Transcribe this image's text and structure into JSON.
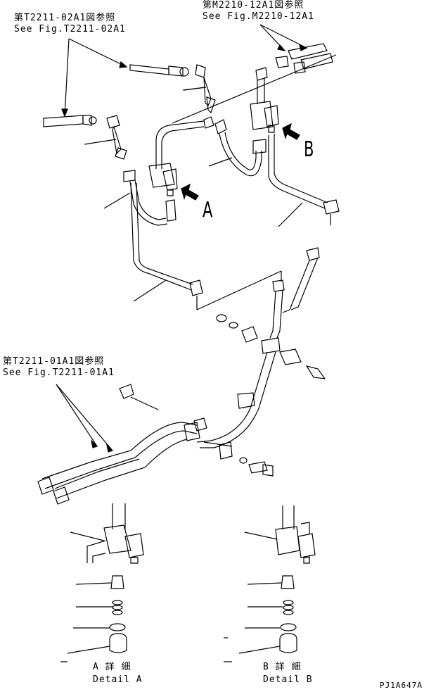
{
  "references": {
    "top_right_jp": "第M2210-12A1図参照",
    "top_right_en": "See Fig.M2210-12A1",
    "top_left_jp": "第T2211-02A1図参照",
    "top_left_en": "See Fig.T2211-02A1",
    "mid_left_jp": "第T2211-01A1図参照",
    "mid_left_en": "See Fig.T2211-01A1"
  },
  "view_markers": {
    "a": "A",
    "b": "B"
  },
  "details": {
    "a_jp": "A 詳 細",
    "a_en": "Detail A",
    "b_jp": "B 詳 細",
    "b_en": "Detail B"
  },
  "drawing_code": "PJ1A647A"
}
